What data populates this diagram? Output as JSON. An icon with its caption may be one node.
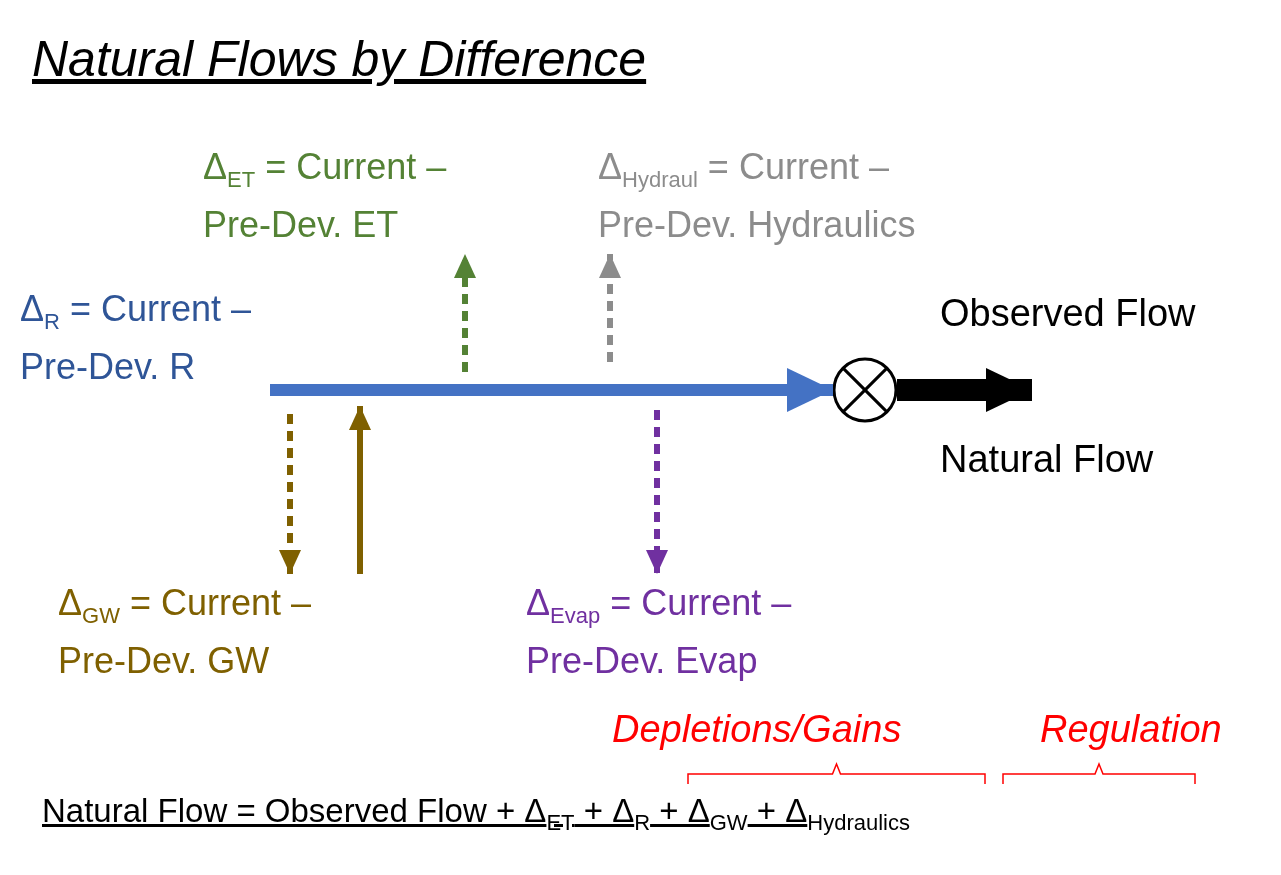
{
  "diagram": {
    "title": "Natural Flows by Difference",
    "nodes": [
      {
        "text": [
          "Δ$_{R}$ = Current – Pre-Dev. R"
        ]
      },
      {
        "text": [
          "Δ$_{ET}$ = Current – Pre-Dev. ET"
        ]
      },
      {
        "text": [
          "Δ$_{Hydraul}$ = Current – Pre-Dev. Hydraulics"
        ]
      },
      {
        "text": [],
        "shape": "circle"
      },
      {
        "text": [
          "Δ$_{GW}$ = Current – Pre-Dev. GW"
        ]
      },
      {
        "text": [
          "Δ$_{Evap}$ = Current – Pre-Dev. Evap"
        ]
      }
    ],
    "edges": [
      {
        "from": 0,
        "to": 3,
        "arrow": "to",
        "style": "thick",
        "color": "#4472c4"
      },
      {
        "from": null,
        "to": 1,
        "arrow": "to",
        "style": "dashed",
        "color": "#548235"
      },
      {
        "from": null,
        "to": 2,
        "arrow": "to",
        "style": "dashed",
        "color": "#8c8c8c"
      },
      {
        "from": 3,
        "to": null,
        "arrow": "to",
        "style": "thick",
        "color": "#000000"
      },
      {
        "from": null,
        "to": 4,
        "arrow": "to",
        "style": "dashed",
        "color": "#7f6000"
      },
      {
        "from": 4,
        "to": null,
        "arrow": "to",
        "color": "#7f6000"
      },
      {
        "from": null,
        "to": 5,
        "arrow": "to",
        "style": "dashed",
        "color": "#7030a0"
      }
    ],
    "labels": [
      "Observed Flow",
      "Natural Flow",
      "Depletions/Gains",
      "Regulation",
      "Natural Flow = Observed Flow + Δ$_{ET}$ + Δ$_{R}$ + Δ$_{GW}$ + Δ$_{Hydraulics}$"
    ]
  }
}
